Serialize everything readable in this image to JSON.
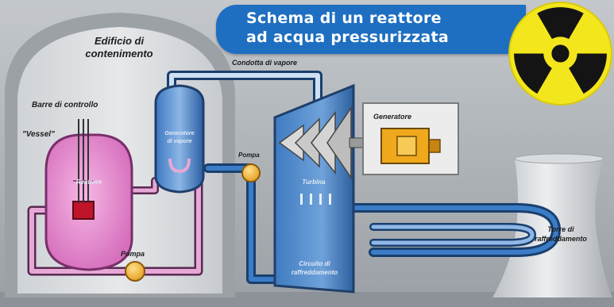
{
  "title": "Schema di un reattore\nad acqua pressurizzata",
  "labels": {
    "containment": [
      "Edificio di",
      "contenimento"
    ],
    "control_rods": "Barre di controllo",
    "vessel": "\"Vessel\"",
    "reactor": "Reattore",
    "steam_generator": [
      "Generatore",
      "di vapore"
    ],
    "steam_line": "Condotta di vapore",
    "turbine": "Turbina",
    "generator": "Generatore",
    "pump_primary": "Pompa",
    "pump_secondary": "Pompa",
    "cooling_circuit": [
      "Circuito di",
      "raffreddamento"
    ],
    "cooling_tower": [
      "Torre di",
      "raffreddamento"
    ]
  },
  "icons": {
    "hazard": "radiation-trefoil-icon"
  },
  "colors": {
    "banner": "#1e6fc1",
    "hazard_yellow": "#f3e61c",
    "primary_loop": "#d891c8",
    "secondary_loop": "#2f6fb4",
    "pump": "#f0b23a",
    "generator": "#f0a81c"
  }
}
